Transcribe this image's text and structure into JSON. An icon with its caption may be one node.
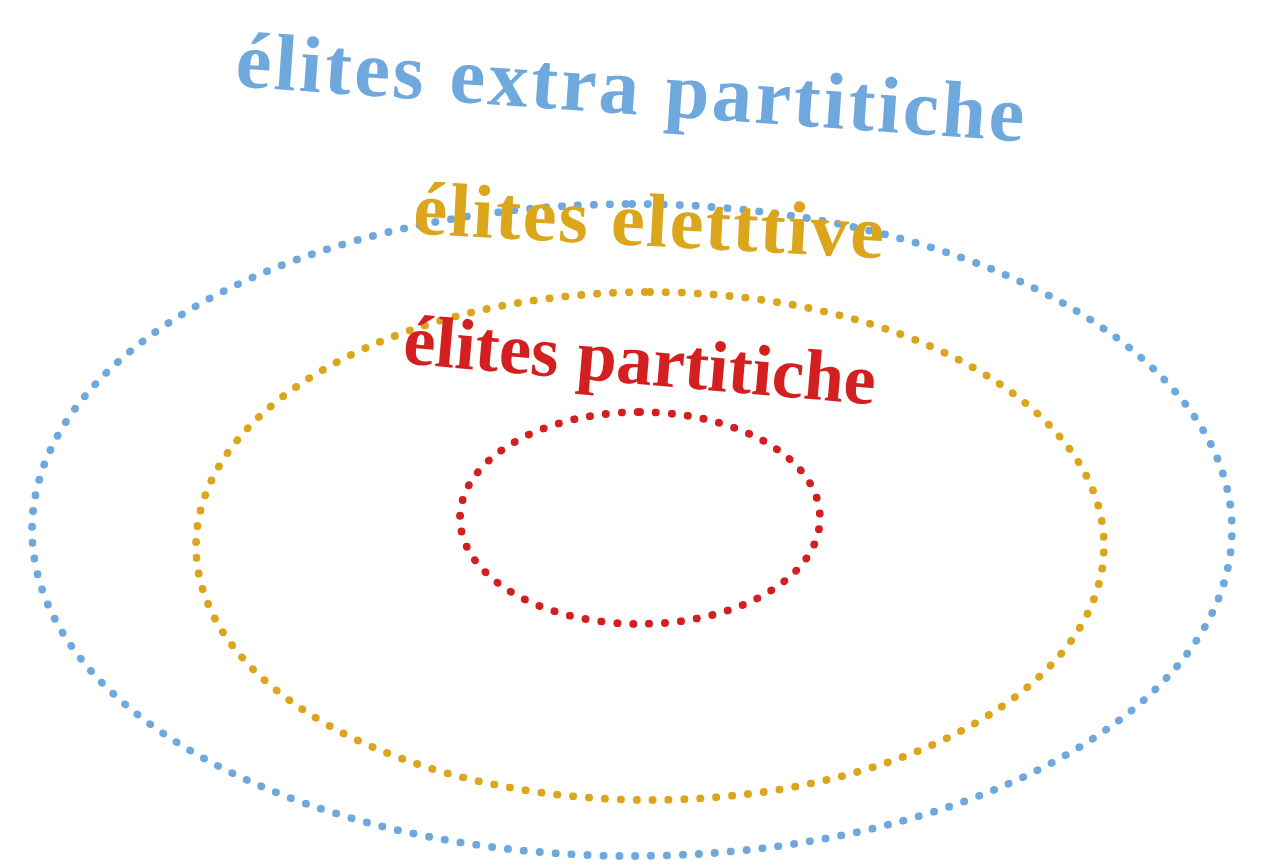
{
  "diagram": {
    "nodes": [
      {
        "text": [
          "élites extra partitiche"
        ]
      },
      {
        "text": [
          "élites eletttive"
        ],
        "in": 0
      },
      {
        "text": [
          "élites partitiche"
        ],
        "in": 1
      }
    ]
  }
}
